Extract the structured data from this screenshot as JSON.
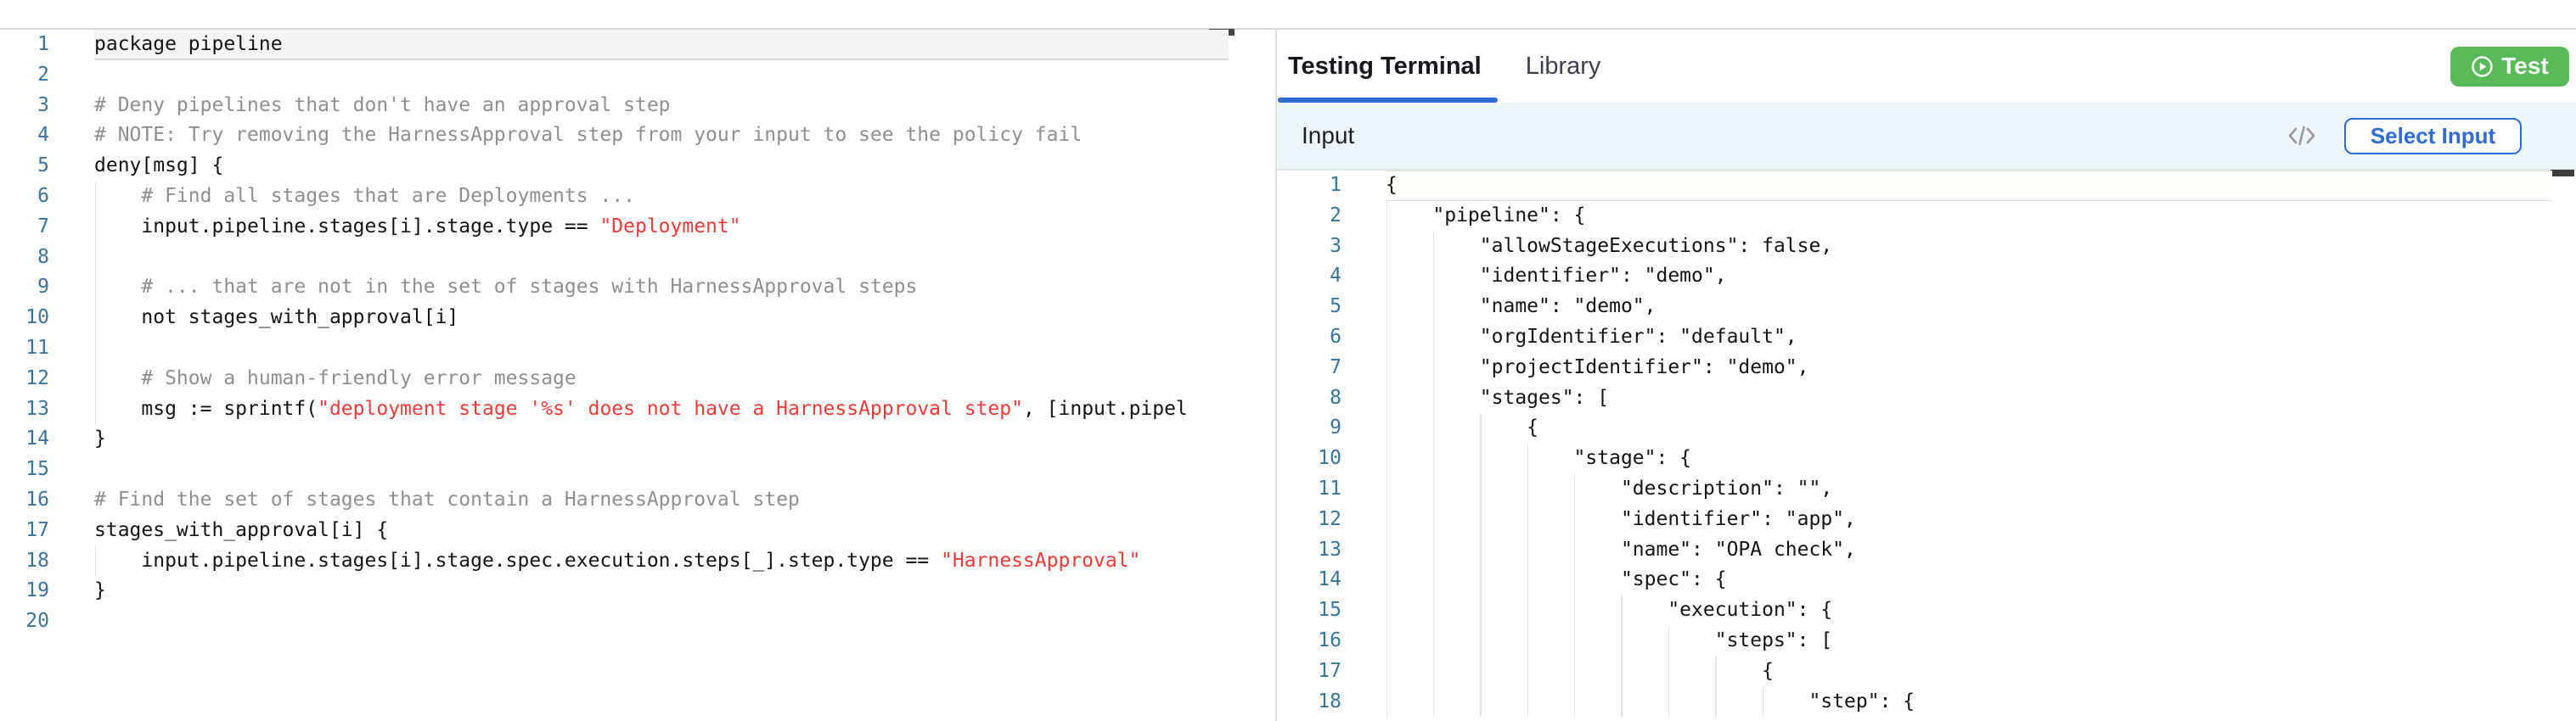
{
  "left_editor": {
    "language": "rego",
    "lines": [
      {
        "n": 1,
        "active": true,
        "segs": [
          [
            "p",
            "package pipeline"
          ]
        ]
      },
      {
        "n": 2,
        "segs": []
      },
      {
        "n": 3,
        "segs": [
          [
            "c",
            "# Deny pipelines that don't have an approval step"
          ]
        ]
      },
      {
        "n": 4,
        "segs": [
          [
            "c",
            "# NOTE: Try removing the HarnessApproval step from your input to see the policy fail"
          ]
        ]
      },
      {
        "n": 5,
        "segs": [
          [
            "p",
            "deny[msg] {"
          ]
        ]
      },
      {
        "n": 6,
        "segs": [
          [
            "c",
            "    # Find all stages that are Deployments ..."
          ]
        ]
      },
      {
        "n": 7,
        "segs": [
          [
            "p",
            "    input.pipeline.stages[i].stage.type == "
          ],
          [
            "s",
            "\"Deployment\""
          ]
        ]
      },
      {
        "n": 8,
        "segs": []
      },
      {
        "n": 9,
        "segs": [
          [
            "c",
            "    # ... that are not in the set of stages with HarnessApproval steps"
          ]
        ]
      },
      {
        "n": 10,
        "segs": [
          [
            "p",
            "    not stages_with_approval[i]"
          ]
        ]
      },
      {
        "n": 11,
        "segs": []
      },
      {
        "n": 12,
        "segs": [
          [
            "c",
            "    # Show a human-friendly error message"
          ]
        ]
      },
      {
        "n": 13,
        "segs": [
          [
            "p",
            "    msg := sprintf("
          ],
          [
            "s",
            "\"deployment stage '%s' does not have a HarnessApproval step\""
          ],
          [
            "p",
            ", [input.pipel"
          ]
        ]
      },
      {
        "n": 14,
        "segs": [
          [
            "p",
            "}"
          ]
        ]
      },
      {
        "n": 15,
        "segs": []
      },
      {
        "n": 16,
        "segs": [
          [
            "c",
            "# Find the set of stages that contain a HarnessApproval step"
          ]
        ]
      },
      {
        "n": 17,
        "segs": [
          [
            "p",
            "stages_with_approval[i] {"
          ]
        ]
      },
      {
        "n": 18,
        "segs": [
          [
            "p",
            "    input.pipeline.stages[i].stage.spec.execution.steps[_].step.type == "
          ],
          [
            "s",
            "\"HarnessApproval\""
          ]
        ]
      },
      {
        "n": 19,
        "segs": [
          [
            "p",
            "}"
          ]
        ]
      },
      {
        "n": 20,
        "segs": []
      }
    ]
  },
  "right_panel": {
    "tabs": [
      {
        "label": "Testing Terminal",
        "active": true
      },
      {
        "label": "Library",
        "active": false
      }
    ],
    "test_button_label": "Test",
    "input_section": {
      "title": "Input",
      "select_button_label": "Select Input"
    },
    "editor": {
      "language": "json",
      "lines": [
        {
          "n": 1,
          "active": true,
          "segs": [
            [
              "p",
              "{"
            ]
          ]
        },
        {
          "n": 2,
          "segs": [
            [
              "p",
              "    \"pipeline\": {"
            ]
          ]
        },
        {
          "n": 3,
          "segs": [
            [
              "p",
              "        \"allowStageExecutions\": false,"
            ]
          ]
        },
        {
          "n": 4,
          "segs": [
            [
              "p",
              "        \"identifier\": \"demo\","
            ]
          ]
        },
        {
          "n": 5,
          "segs": [
            [
              "p",
              "        \"name\": \"demo\","
            ]
          ]
        },
        {
          "n": 6,
          "segs": [
            [
              "p",
              "        \"orgIdentifier\": \"default\","
            ]
          ]
        },
        {
          "n": 7,
          "segs": [
            [
              "p",
              "        \"projectIdentifier\": \"demo\","
            ]
          ]
        },
        {
          "n": 8,
          "segs": [
            [
              "p",
              "        \"stages\": ["
            ]
          ]
        },
        {
          "n": 9,
          "segs": [
            [
              "p",
              "            {"
            ]
          ]
        },
        {
          "n": 10,
          "segs": [
            [
              "p",
              "                \"stage\": {"
            ]
          ]
        },
        {
          "n": 11,
          "segs": [
            [
              "p",
              "                    \"description\": \"\","
            ]
          ]
        },
        {
          "n": 12,
          "segs": [
            [
              "p",
              "                    \"identifier\": \"app\","
            ]
          ]
        },
        {
          "n": 13,
          "segs": [
            [
              "p",
              "                    \"name\": \"OPA check\","
            ]
          ]
        },
        {
          "n": 14,
          "segs": [
            [
              "p",
              "                    \"spec\": {"
            ]
          ]
        },
        {
          "n": 15,
          "segs": [
            [
              "p",
              "                        \"execution\": {"
            ]
          ]
        },
        {
          "n": 16,
          "segs": [
            [
              "p",
              "                            \"steps\": ["
            ]
          ]
        },
        {
          "n": 17,
          "segs": [
            [
              "p",
              "                                {"
            ]
          ]
        },
        {
          "n": 18,
          "segs": [
            [
              "p",
              "                                    \"step\": {"
            ]
          ]
        }
      ]
    }
  },
  "colors": {
    "accent_blue": "#2e6bd3",
    "test_button_green": "#58ba58",
    "string_red": "#ee3a38",
    "comment_gray": "#8f8f8f",
    "line_number_blue": "#38749b",
    "input_bar_background": "#edf6fb"
  }
}
